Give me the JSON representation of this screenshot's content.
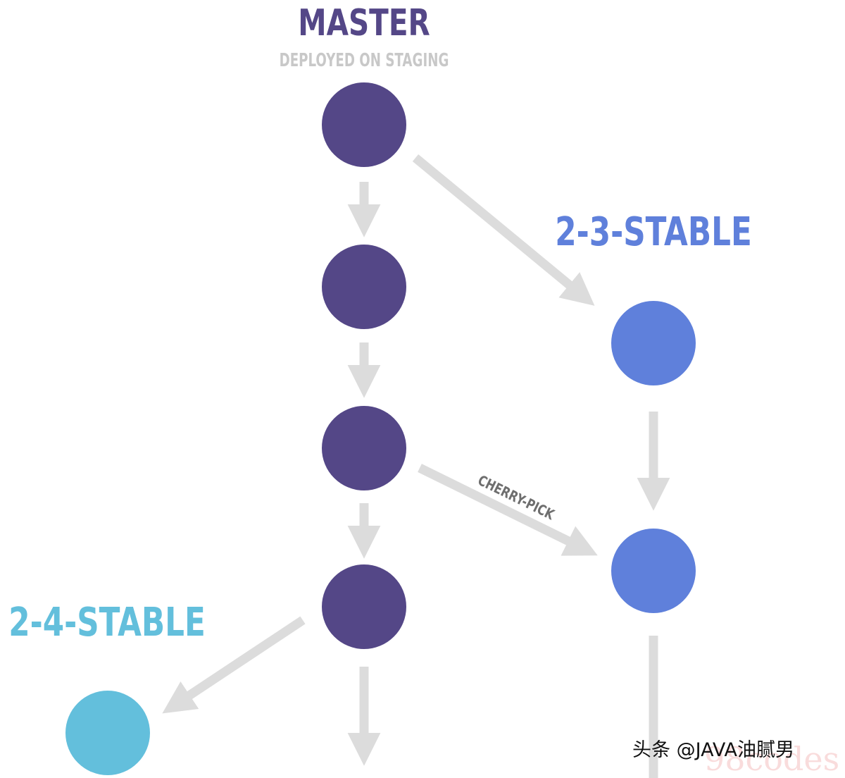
{
  "labels": {
    "master": "MASTER",
    "master_subtitle": "DEPLOYED ON STAGING",
    "stable_2_3": "2-3-STABLE",
    "stable_2_4": "2-4-STABLE",
    "cherry_pick": "CHERRY-PICK"
  },
  "watermark": {
    "text": "头条 @JAVA油腻男",
    "overlay": "98codes"
  },
  "colors": {
    "master": "#544787",
    "stable_2_3": "#5f80db",
    "stable_2_4": "#63bfdc",
    "arrow": "#dcdcdc",
    "subtitle": "#c8c8c8",
    "cherry_pick_text": "#6e6e6e"
  }
}
